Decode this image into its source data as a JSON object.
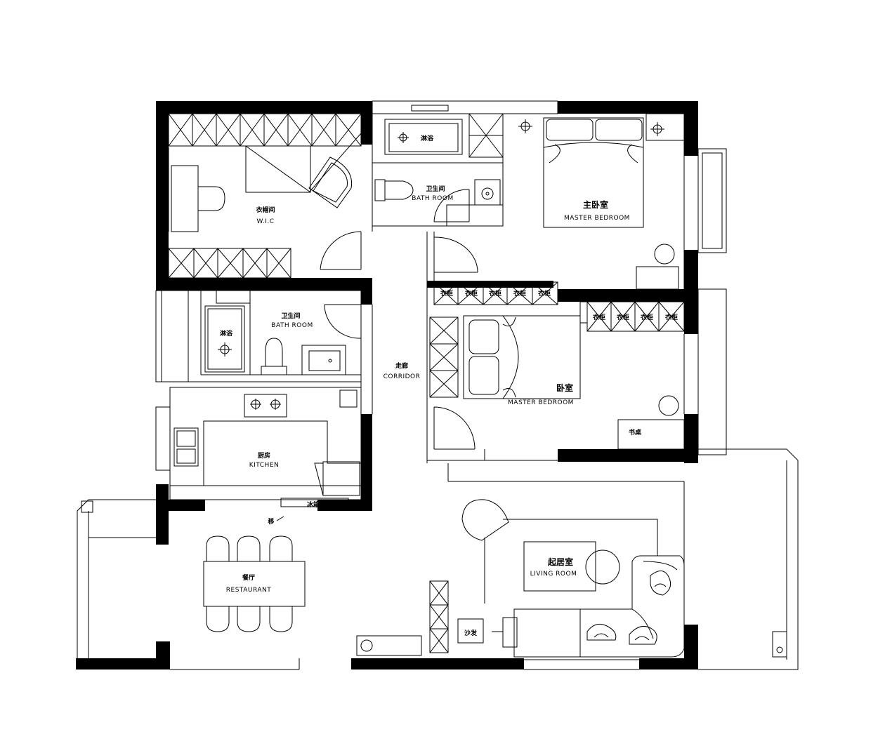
{
  "rooms": {
    "wic": {
      "cn": "衣帽间",
      "en": "W.I.C"
    },
    "bath1": {
      "cn": "卫生间",
      "en": "BATH ROOM",
      "shower": "淋浴"
    },
    "bath2": {
      "cn": "卫生间",
      "en": "BATH ROOM",
      "shower": "淋浴"
    },
    "master": {
      "cn": "主卧室",
      "en": "MASTER BEDROOM"
    },
    "bedroom": {
      "cn": "卧室",
      "en": "MASTER BEDROOM",
      "desk": "书桌"
    },
    "corridor": {
      "cn": "走廊",
      "en": "CORRIDOR"
    },
    "kitchen": {
      "cn": "厨房",
      "en": "KITCHEN",
      "fridge": "冰箱",
      "sliding": "移"
    },
    "restaurant": {
      "cn": "餐厅",
      "en": "RESTAURANT"
    },
    "living": {
      "cn": "起居室",
      "en": "LIVING ROOM",
      "sofa_side": "沙发"
    },
    "wardrobe": "衣柜"
  }
}
